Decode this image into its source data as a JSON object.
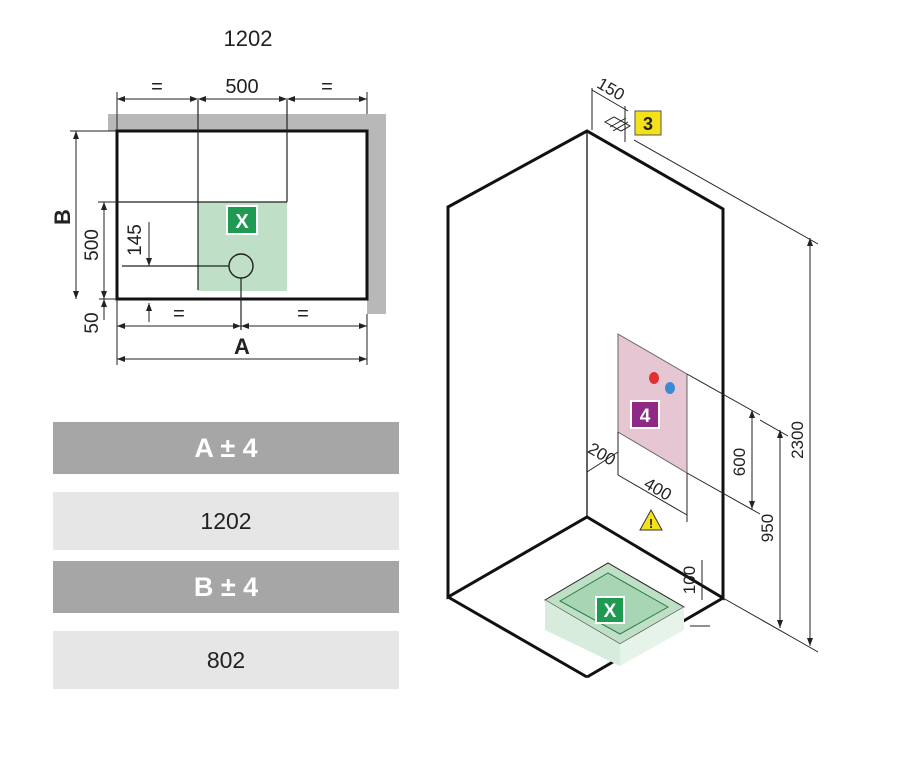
{
  "plan": {
    "top_label": "1202",
    "dim_equal": "=",
    "dim_500_top": "500",
    "label_B": "B",
    "dim_500_side": "500",
    "dim_145": "145",
    "dim_50": "50",
    "label_A": "A",
    "marker_x": "X"
  },
  "table": {
    "a_header": "A ± 4",
    "a_value": "1202",
    "b_header": "B ± 4",
    "b_value": "802"
  },
  "iso": {
    "dim_150": "150",
    "badge_3": "3",
    "badge_4": "4",
    "dim_2300": "2300",
    "dim_600": "600",
    "dim_200": "200",
    "dim_400": "400",
    "dim_950": "950",
    "dim_100": "100",
    "marker_x": "X",
    "warning_symbol": "!"
  },
  "colors": {
    "green_fill": "#bfe0c6",
    "green_badge": "#1f9a52",
    "pink_panel": "#e6c6d2",
    "purple_badge": "#8e2a86",
    "yellow_badge": "#f5e11a",
    "gray_bar": "#a6a6a6",
    "light_bar": "#e6e6e6"
  }
}
